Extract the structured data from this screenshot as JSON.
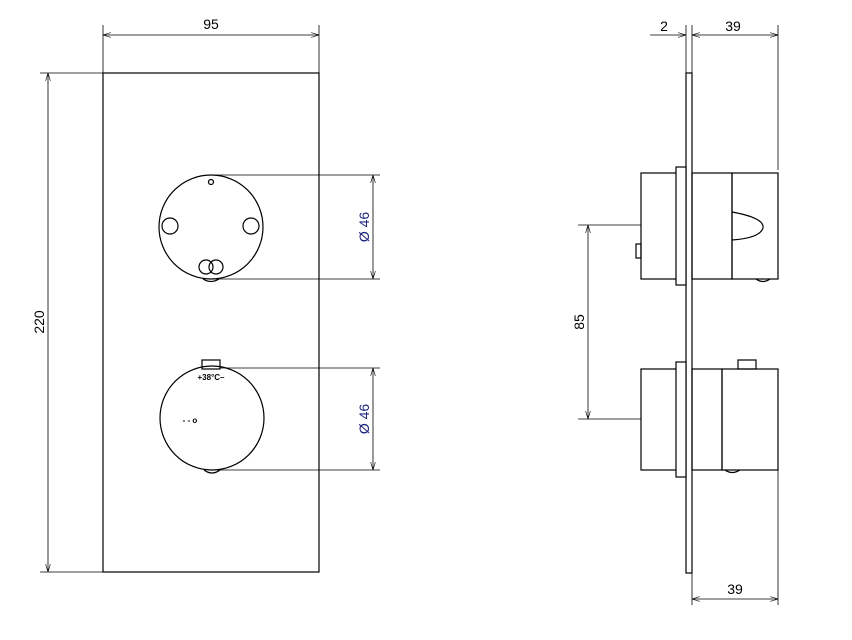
{
  "front_view": {
    "width_label": "95",
    "height_label": "220",
    "upper_diameter_label": "Ø 46",
    "lower_diameter_label": "Ø 46",
    "temperature_label": "+38°C–",
    "lower_marks_label": "- - o"
  },
  "side_view": {
    "plate_thickness_label": "2",
    "top_depth_label": "39",
    "bottom_depth_label": "39",
    "spacing_label": "85"
  },
  "colors": {
    "line": "#000000",
    "dimension_text": "#1a237e"
  }
}
